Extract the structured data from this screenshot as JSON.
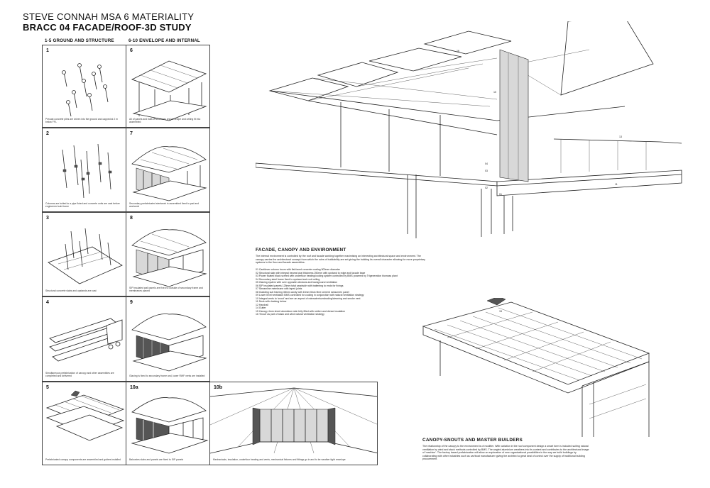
{
  "header": {
    "line1": "STEVE CONNAH MSA 6 MATERIALITY",
    "line2": "BRACC 04 FACADE/ROOF-3D STUDY"
  },
  "columns": {
    "left": "1-5 GROUND AND STRUCTURE",
    "right": "6-10 ENVELOPE AND INTERNAL"
  },
  "panels": [
    {
      "num": "1",
      "caption": "Precast concrete piles are driven into the ground and capped at 2 m below FFL"
    },
    {
      "num": "6",
      "caption": "All of panels and built-in structures and envelope and ceiling fit into assembled"
    },
    {
      "num": "2",
      "caption": "Columns are bolted to a pipe fluted and concrete units are cast before engineered sub frame"
    },
    {
      "num": "7",
      "caption": "Secondary prefabricated steelwork is assembled fixed to pad and anchored"
    },
    {
      "num": "3",
      "caption": "Structural concrete slabs and upstands are cast"
    },
    {
      "num": "8",
      "caption": "SIP insulated wall panels are fixed to outside of secondary frame and membranes placed"
    },
    {
      "num": "4",
      "caption": "Simultaneous prefabrication of canopy and other assemblies are completed and delivered"
    },
    {
      "num": "9",
      "caption": "Glazing is fixed to secondary frame and, lower RWF vents are installed"
    },
    {
      "num": "5",
      "caption": "Prefabricated canopy components are assembled and gutters installed"
    },
    {
      "num": "10a",
      "caption": "Balconies slabs and panels are fixed to SIP panels"
    },
    {
      "num": "10b",
      "caption": "Mechanicals, insulation, underfloor heating and vents, mechanical fixtures and fittings go in and to be weather tight envelope"
    }
  ],
  "facade": {
    "title": "FACADE, CANOPY AND ENVIRONMENT",
    "intro": "The internal environment is controlled by the roof and facade working together maximising an interesting architectural space and environment. The canopy carries the architectural concept from which the rules of buildability are set giving the building its overall character allowing for more proprietary systems in the floor and facade assemblies.",
    "items": [
      "01 Cantilever column boom with flat faced concrete coating 500mm diameter",
      "02 Structural slab with integral beams total thickness 250mm with upstand to edge and facade base",
      "03 Power floated black screed with underfloor heating/cooling system controlled by BMS powered by Trigeneration biomass plant",
      "04 Secondary steel frame fixed to upstand and roof ceiling",
      "05 Glazing system with over opposite windows and background ventilation",
      "06 SIP insulated panels 125mm total sandwich with battening to ends for fixings",
      "07 Streamline membrane with taped joints",
      "08 Cladding sub framing 38mm cavity with 15mm thick fibre cement rainscreen panel",
      "09 Lower level ventilation BMS controlled for cooling in conjunction with natural ventilation strategy",
      "10 Integral vents to 'snout' and are an aspect of rainwater/sunshading/cleaning and smoke vent",
      "11 Deck with draining below",
      "12 Handrail",
      "14 Gutter",
      "15 Canopy 4mm sheet aluminium skin fully filled with rubber and dense insulation",
      "16 'Snout' as part of stack and wind natural ventilation strategy"
    ]
  },
  "canopy": {
    "title": "CANOPY-SNOUTS AND MASTER BUILDERS",
    "text": "The relationship of the canopy to the environment is of modifier. With variation in the roof component design a smart form is included suiting natural ventilation by wind and stack methods controlled by BMS. The angled aluminium weathers into its context and contributes to the architectural image of 'machine'. The factory based prefabrication will allow an exploration of new organisational possibilities in the way we build buildings by collaborating with other industries such as car/boat manufacturer giving the architect a great deal of control over the supply of traditional building procurement."
  },
  "tags": [
    "01",
    "02",
    "03",
    "04",
    "05",
    "06",
    "07",
    "08",
    "09",
    "10",
    "11",
    "12",
    "13",
    "14",
    "15",
    "16"
  ]
}
